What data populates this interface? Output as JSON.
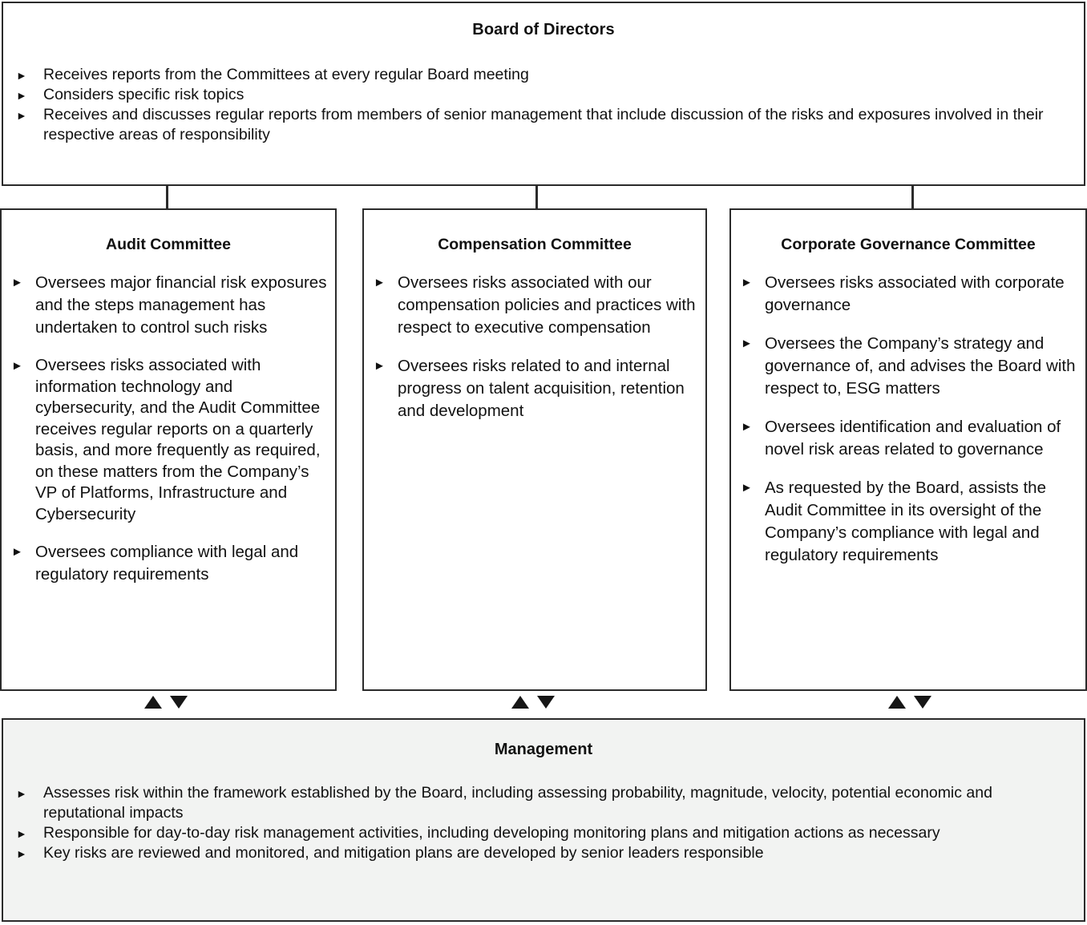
{
  "diagram": {
    "bullet_glyph": "►",
    "arrow_up_glyph": "▲",
    "arrow_down_glyph": "▼",
    "colors": {
      "border": "#2b2b2b",
      "text": "#111111",
      "management_background": "#f2f3f2",
      "page_background": "#ffffff"
    }
  },
  "board": {
    "title": "Board of Directors",
    "bullets": [
      "Receives reports from the Committees at every regular Board meeting",
      "Considers specific risk topics",
      "Receives and discusses regular reports from members of senior management that include discussion of the risks and exposures involved in their respective areas of responsibility"
    ]
  },
  "committees": [
    {
      "id": "audit",
      "title": "Audit Committee",
      "bullets": [
        "Oversees major financial risk exposures and the steps management has undertaken to control such risks",
        "Oversees risks associated with information technology and cybersecurity, and the Audit Committee receives regular reports on a quarterly basis, and more frequently as required, on these matters from the Company’s VP of Platforms, Infrastructure and Cybersecurity",
        "Oversees compliance with legal and regulatory requirements"
      ]
    },
    {
      "id": "compensation",
      "title": "Compensation Committee",
      "bullets": [
        "Oversees risks associated with our compensation policies and practices with respect to executive compensation",
        "Oversees risks related to and internal progress on talent acquisition, retention and development"
      ]
    },
    {
      "id": "governance",
      "title": "Corporate Governance Committee",
      "bullets": [
        "Oversees risks associated with corporate governance",
        "Oversees the Company’s strategy and governance of, and advises the Board with respect to, ESG matters",
        "Oversees identification and evaluation of novel risk areas related to governance",
        "As requested by the Board, assists the Audit Committee in its oversight of the Company’s compliance with legal and regulatory requirements"
      ]
    }
  ],
  "management": {
    "title": "Management",
    "bullets": [
      "Assesses risk within the framework established by the Board, including assessing probability, magnitude, velocity, potential economic and reputational impacts",
      "Responsible for day-to-day risk management activities, including developing monitoring plans and mitigation actions as necessary",
      "Key risks are reviewed and monitored, and mitigation plans are developed by senior leaders responsible"
    ]
  }
}
